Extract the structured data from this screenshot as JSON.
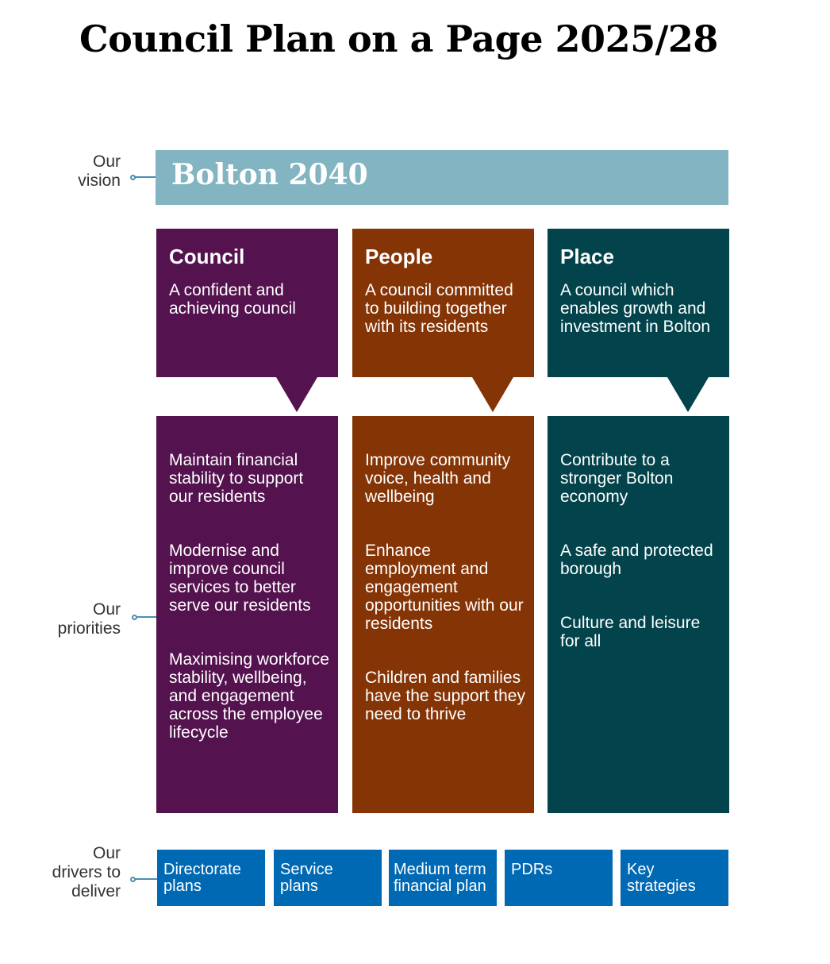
{
  "title": "Council Plan on a Page 2025/28",
  "labels": {
    "vision": [
      "Our",
      "vision"
    ],
    "priorities": [
      "Our",
      "priorities"
    ],
    "drivers": [
      "Our",
      "drivers to",
      "deliver"
    ]
  },
  "vision": "Bolton 2040",
  "columns": [
    {
      "heading": "Council",
      "subtitle": "A confident and achieving council",
      "color": "#54124f",
      "priorities": [
        "Maintain financial stability to support our residents",
        "Modernise and improve council services to better serve our residents",
        "Maximising workforce stability, wellbeing, and engagement across the employee lifecycle"
      ]
    },
    {
      "heading": "People",
      "subtitle": "A council committed to building together with its residents",
      "color": "#853406",
      "priorities": [
        "Improve community voice, health and wellbeing",
        "Enhance employment and engagement opportunities with our residents",
        "Children and families have the support they need to thrive"
      ]
    },
    {
      "heading": "Place",
      "subtitle": "A council which enables growth and investment in Bolton",
      "color": "#03434b",
      "priorities": [
        "Contribute to a stronger Bolton economy",
        "A safe and protected borough",
        "Culture and leisure for all"
      ]
    }
  ],
  "drivers": [
    "Directorate plans",
    "Service plans",
    "Medium term financial plan",
    "PDRs",
    "Key strategies"
  ],
  "colors": {
    "vision_bar": "#82b4c1",
    "drivers": "#0069b4",
    "connector": "#4a90b0"
  }
}
